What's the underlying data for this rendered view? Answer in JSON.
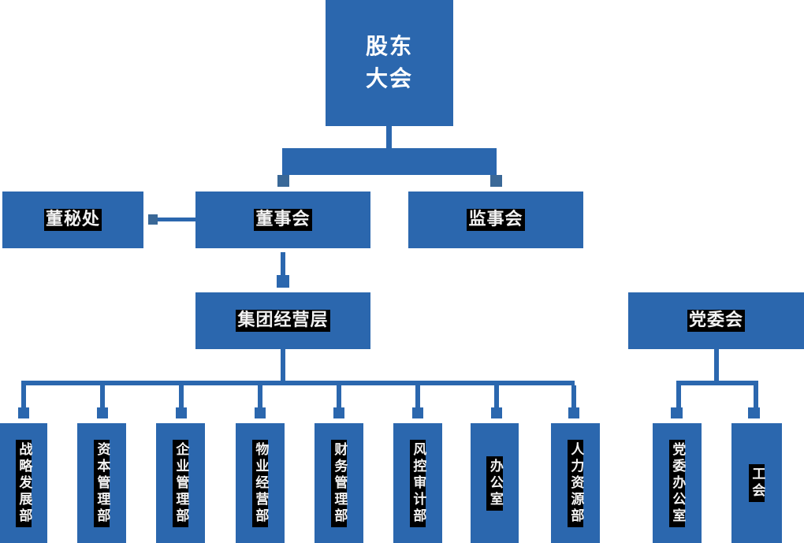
{
  "colors": {
    "primary": "#2b67ae",
    "square": "#3a6897",
    "labelbg": "#000000",
    "labelfg": "#f2f2f2",
    "rootfg": "#ffffff",
    "canvasbg": "#ffffff"
  },
  "root": {
    "label": "股东大会",
    "lines": [
      "股东",
      "大会"
    ]
  },
  "level2": {
    "secretary": {
      "label": "董秘处"
    },
    "board": {
      "label": "董事会"
    },
    "supervisory": {
      "label": "监事会"
    }
  },
  "level3": {
    "management": {
      "label": "集团经营层"
    },
    "party": {
      "label": "党委会"
    }
  },
  "departments": [
    {
      "label": "战略发展部"
    },
    {
      "label": "资本管理部"
    },
    {
      "label": "企业管理部"
    },
    {
      "label": "物业经营部"
    },
    {
      "label": "财务管理部"
    },
    {
      "label": "风控审计部"
    },
    {
      "label": "办公室"
    },
    {
      "label": "人力资源部"
    }
  ],
  "party_departments": [
    {
      "label": "党委办公室"
    },
    {
      "label": "工会"
    }
  ]
}
